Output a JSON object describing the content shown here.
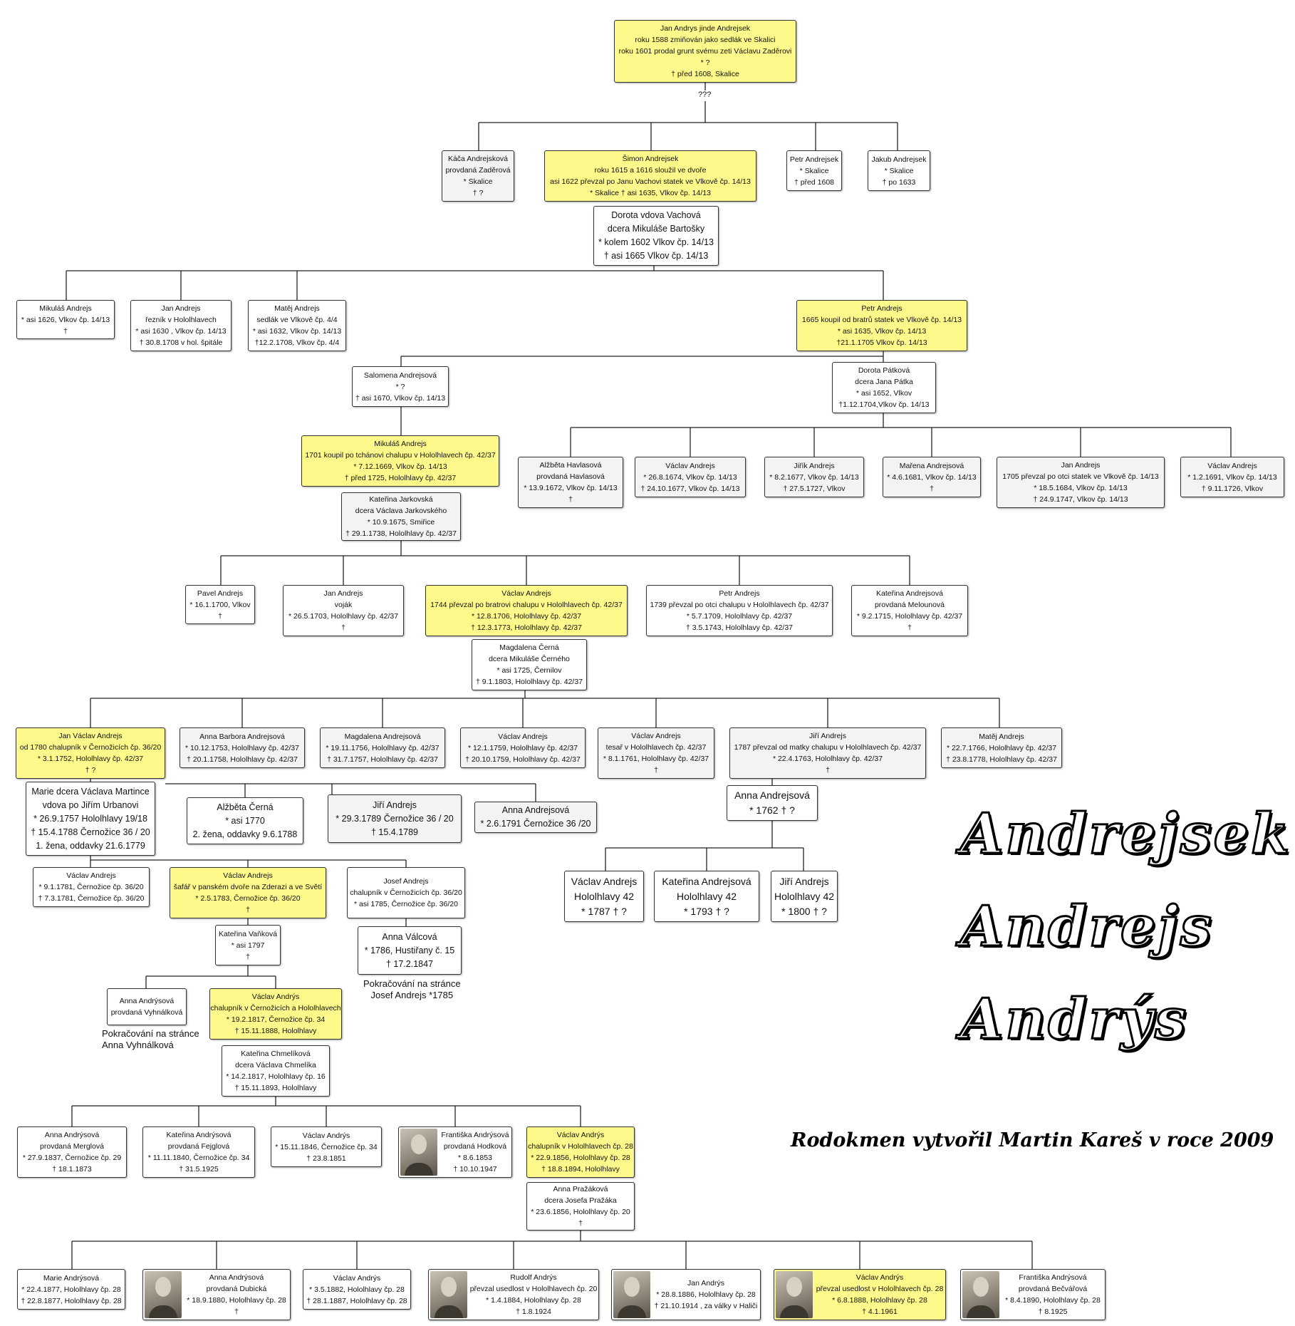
{
  "title_names": [
    "Andrejsek",
    "Andrejs",
    "Andrýs"
  ],
  "credit": "Rodokmen vytvořil Martin Kareš v roce 2009",
  "unknown_marker": "???",
  "notes": [
    {
      "lines": [
        "Pokračování na stránce",
        "Anna Vyhnálková"
      ]
    },
    {
      "lines": [
        "Pokračování na stránce",
        "Josef Andrejs *1785"
      ]
    }
  ],
  "persons": [
    {
      "id": "jan-andrys",
      "style": "hl",
      "lines": [
        "Jan Andrys jinde Andrejsek",
        "roku 1588 zmiňován jako sedlák ve Skalici",
        "roku 1601 prodal grunt svému zeti Václavu Zaděrovi",
        "* ?",
        "† před 1608, Skalice"
      ]
    },
    {
      "id": "kaca",
      "style": "gray",
      "lines": [
        "Káča Andrejsková",
        "provdaná Zaděrová",
        "* Skalice",
        "† ?"
      ]
    },
    {
      "id": "simon",
      "style": "hl",
      "lines": [
        "Šimon Andrejsek",
        "roku 1615 a 1616 sloužil ve dvoře",
        "asi 1622 převzal po Janu Vachovi statek ve Vlkově čp. 14/13",
        "* Skalice   † asi 1635, Vlkov čp. 14/13"
      ]
    },
    {
      "id": "petr1",
      "style": "white",
      "lines": [
        "Petr Andrejsek",
        "* Skalice",
        "† před 1608"
      ]
    },
    {
      "id": "jakub",
      "style": "white",
      "lines": [
        "Jakub Andrejsek",
        "* Skalice",
        "† po 1633"
      ]
    },
    {
      "id": "dorota-v",
      "style": "white big",
      "lines": [
        "Dorota  vdova Vachová",
        "dcera Mikuláše Bartošky",
        "* kolem 1602 Vlkov čp. 14/13",
        "† asi 1665 Vlkov čp. 14/13"
      ]
    },
    {
      "id": "mikulas1",
      "style": "white",
      "lines": [
        "Mikuláš Andrejs",
        "* asi 1626, Vlkov čp. 14/13",
        "†"
      ]
    },
    {
      "id": "jan-reznik",
      "style": "white",
      "lines": [
        "Jan Andrejs",
        "řezník v Hololhlavech",
        "* asi 1630 , Vlkov čp. 14/13",
        "† 30.8.1708 v hol. špitále"
      ]
    },
    {
      "id": "matej1",
      "style": "white",
      "lines": [
        "Matěj Andrejs",
        "sedlák ve Vlkově čp. 4/4",
        "* asi 1632, Vlkov čp. 14/13",
        "†12.2.1708, Vlkov čp. 4/4"
      ]
    },
    {
      "id": "petr2",
      "style": "hl",
      "lines": [
        "Petr Andrejs",
        "1665 koupil od bratrů statek ve Vlkově čp. 14/13",
        "* asi 1635, Vlkov čp. 14/13",
        "†21.1.1705 Vlkov čp. 14/13"
      ]
    },
    {
      "id": "salomena",
      "style": "white",
      "lines": [
        "Salomena Andrejsová",
        "* ?",
        "† asi 1670, Vlkov čp. 14/13"
      ]
    },
    {
      "id": "dorota-p",
      "style": "white",
      "lines": [
        "Dorota Pátková",
        "dcera Jana Pátka",
        "* asi 1652, Vlkov",
        "†1.12.1704,Vlkov čp. 14/13"
      ]
    },
    {
      "id": "mikulas2",
      "style": "hl",
      "lines": [
        "Mikuláš Andrejs",
        "1701 koupil po tchánovi chalupu v Hololhlavech čp. 42/37",
        "* 7.12.1669, Vlkov čp. 14/13",
        "† před 1725, Hololhlavy čp. 42/37"
      ]
    },
    {
      "id": "alzbeta-h",
      "style": "gray",
      "lines": [
        "Alžběta Havlasová",
        "provdaná Havlasová",
        "* 13.9.1672, Vlkov čp. 14/13",
        "†"
      ]
    },
    {
      "id": "vaclav-1674",
      "style": "gray",
      "lines": [
        "Václav Andrejs",
        "* 26.8.1674, Vlkov čp. 14/13",
        "† 24.10.1677, Vlkov čp. 14/13"
      ]
    },
    {
      "id": "jirik",
      "style": "gray",
      "lines": [
        "Jiřík Andrejs",
        "* 8.2.1677, Vlkov čp. 14/13",
        "† 27.5.1727, Vlkov"
      ]
    },
    {
      "id": "marena",
      "style": "gray",
      "lines": [
        "Mařena Andrejsová",
        "* 4.6.1681, Vlkov čp. 14/13",
        "†"
      ]
    },
    {
      "id": "jan-1684",
      "style": "gray",
      "lines": [
        "Jan Andrejs",
        "1705 převzal po otci statek ve Vlkově čp. 14/13",
        "* 18.5.1684, Vlkov čp. 14/13",
        "† 24.9.1747, Vlkov čp. 14/13"
      ]
    },
    {
      "id": "vaclav-1691",
      "style": "gray",
      "lines": [
        "Václav Andrejs",
        "* 1.2.1691, Vlkov čp. 14/13",
        "† 9.11.1726, Vlkov"
      ]
    },
    {
      "id": "katerina-j",
      "style": "gray",
      "lines": [
        "Kateřina Jarkovská",
        "dcera Václava Jarkovského",
        "* 10.9.1675, Smiřice",
        "† 29.1.1738, Hololhlavy čp. 42/37"
      ]
    },
    {
      "id": "pavel",
      "style": "white",
      "lines": [
        "Pavel Andrejs",
        "* 16.1.1700, Vlkov",
        "†"
      ]
    },
    {
      "id": "jan-vojak",
      "style": "white",
      "lines": [
        "Jan Andrejs",
        "voják",
        "* 26.5.1703, Hololhlavy čp. 42/37",
        "†"
      ]
    },
    {
      "id": "vaclav-1706",
      "style": "hl",
      "lines": [
        "Václav Andrejs",
        "1744 převzal po bratrovi chalupu v Hololhlavech čp. 42/37",
        "* 12.8.1706, Hololhlavy čp. 42/37",
        "† 12.3.1773, Hololhlavy čp. 42/37"
      ]
    },
    {
      "id": "petr-1709",
      "style": "white",
      "lines": [
        "Petr Andrejs",
        "1739 převzal po otci chalupu v Hololhlavech čp. 42/37",
        "* 5.7.1709, Hololhlavy čp. 42/37",
        "† 3.5.1743, Hololhlavy čp. 42/37"
      ]
    },
    {
      "id": "katerina-m",
      "style": "white",
      "lines": [
        "Kateřina Andrejsová",
        "provdaná Melounová",
        "* 9.2.1715, Hololhlavy čp. 42/37",
        "†"
      ]
    },
    {
      "id": "magdalena-c",
      "style": "white",
      "lines": [
        "Magdalena Černá",
        "dcera Mikuláše Černého",
        "* asi 1725, Černilov",
        "† 9.1.1803, Hololhlavy čp. 42/37"
      ]
    },
    {
      "id": "jan-vaclav",
      "style": "hl",
      "lines": [
        "Jan Václav Andrejs",
        "od 1780 chalupník v Černožicích čp. 36/20",
        "* 3.1.1752, Hololhlavy čp. 42/37",
        "† ?"
      ]
    },
    {
      "id": "anna-barbora",
      "style": "gray",
      "lines": [
        "Anna Barbora Andrejsová",
        "* 10.12.1753, Hololhlavy čp. 42/37",
        "† 20.1.1758, Hololhlavy čp. 42/37"
      ]
    },
    {
      "id": "magdalena-a",
      "style": "gray",
      "lines": [
        "Magdalena Andrejsová",
        "* 19.11.1756, Hololhlavy čp. 42/37",
        "† 31.7.1757, Hololhlavy čp. 42/37"
      ]
    },
    {
      "id": "vaclav-1759",
      "style": "gray",
      "lines": [
        "Václav Andrejs",
        "* 12.1.1759, Hololhlavy čp. 42/37",
        "† 20.10.1759, Hololhlavy čp. 42/37"
      ]
    },
    {
      "id": "vaclav-tesar",
      "style": "gray",
      "lines": [
        "Václav Andrejs",
        "tesař v Hololhlavech čp. 42/37",
        "* 8.1.1761, Hololhlavy čp. 42/37",
        "†"
      ]
    },
    {
      "id": "jiri-1763",
      "style": "gray",
      "lines": [
        "Jiří Andrejs",
        "1787 převzal od matky chalupu v Hololhlavech čp. 42/37",
        "* 22.4.1763, Hololhlavy čp. 42/37",
        "†"
      ]
    },
    {
      "id": "matej-1766",
      "style": "gray",
      "lines": [
        "Matěj Andrejs",
        "* 22.7.1766, Hololhlavy čp. 42/37",
        "† 23.8.1778, Hololhlavy čp. 42/37"
      ]
    },
    {
      "id": "marie-m",
      "style": "white big",
      "lines": [
        "Marie dcera Václava Martince",
        "vdova po Jiřím Urbanovi",
        "* 26.9.1757  Hololhlavy 19/18",
        "† 15.4.1788 Černožice 36 / 20",
        "1. žena, oddavky 21.6.1779"
      ]
    },
    {
      "id": "alzbeta-c",
      "style": "white big",
      "lines": [
        "Alžběta Černá",
        "* asi 1770",
        "2. žena, oddavky 9.6.1788"
      ]
    },
    {
      "id": "jiri-1789",
      "style": "gray big",
      "lines": [
        "Jiří Andrejs",
        "* 29.3.1789  Černožice 36 / 20",
        "† 15.4.1789"
      ]
    },
    {
      "id": "anna-1791",
      "style": "gray big",
      "lines": [
        "Anna Andrejsová",
        "* 2.6.1791 Černožice 36 /20"
      ]
    },
    {
      "id": "anna-1762",
      "style": "white big2",
      "lines": [
        "Anna Andrejsová",
        "* 1762   † ?"
      ]
    },
    {
      "id": "vaclav-1781",
      "style": "white",
      "lines": [
        "Václav Andrejs",
        "* 9.1.1781, Černožice čp. 36/20",
        "† 7.3.1781, Černožice čp. 36/20"
      ]
    },
    {
      "id": "vaclav-1783",
      "style": "hl",
      "lines": [
        "Václav Andrejs",
        "šafář v panském dvoře na Zderazi a ve Světí",
        "* 2.5.1783, Černožice čp. 36/20",
        "†"
      ]
    },
    {
      "id": "josef-1785",
      "style": "white",
      "lines": [
        "Josef Andrejs",
        "chalupník v Černožicích čp. 36/20",
        "* asi 1785, Černožice čp. 36/20"
      ]
    },
    {
      "id": "anna-valcova",
      "style": "white big",
      "lines": [
        "Anna Válcová",
        "* 1786, Hustiřany č. 15",
        "† 17.2.1847"
      ]
    },
    {
      "id": "vaclav-1787",
      "style": "white big2",
      "lines": [
        "Václav Andrejs",
        "Hololhlavy 42",
        "* 1787   † ?"
      ]
    },
    {
      "id": "katerina-1793",
      "style": "white big2",
      "lines": [
        "Kateřina Andrejsová",
        "Hololhlavy 42",
        "* 1793   † ?"
      ]
    },
    {
      "id": "jiri-1800",
      "style": "white big2",
      "lines": [
        "Jiří Andrejs",
        "Hololhlavy 42",
        "* 1800   † ?"
      ]
    },
    {
      "id": "katerina-v",
      "style": "white",
      "lines": [
        "Kateřina Vaňková",
        "* asi 1797",
        "†"
      ]
    },
    {
      "id": "anna-vyhnalkova",
      "style": "white",
      "lines": [
        "Anna Andrýsová",
        "provdaná Vyhnálková"
      ]
    },
    {
      "id": "vaclav-1817",
      "style": "hl",
      "lines": [
        "Václav Andrýs",
        "chalupník v Černožicích a Hololhlavech",
        "* 19.2.1817, Černožice čp. 34",
        "† 15.11.1888, Hololhlavy"
      ]
    },
    {
      "id": "katerina-ch",
      "style": "white",
      "lines": [
        "Kateřina Chmelíková",
        "dcera Václava Chmelíka",
        "* 14.2.1817, Hololhlavy čp. 16",
        "† 15.11.1893, Hololhlavy"
      ]
    },
    {
      "id": "anna-merglova",
      "style": "white",
      "lines": [
        "Anna Andrýsová",
        "provdaná Merglová",
        "* 27.9.1837, Černožice čp. 29",
        "† 18.1.1873"
      ]
    },
    {
      "id": "katerina-fejglova",
      "style": "white",
      "lines": [
        "Kateřina Andrýsová",
        "provdaná Fejglová",
        "* 11.11.1840, Černožice čp. 34",
        "† 31.5.1925"
      ]
    },
    {
      "id": "vaclav-1846",
      "style": "white",
      "lines": [
        "Václav Andrýs",
        "* 15.11.1846, Černožice čp. 34",
        "† 23.8.1851"
      ]
    },
    {
      "id": "frantiska-hodkova",
      "style": "white",
      "photo": true,
      "lines": [
        "Františka Andrýsová",
        "provdaná Hodková",
        "* 8.6.1853",
        "† 10.10.1947"
      ]
    },
    {
      "id": "vaclav-1856",
      "style": "hl",
      "lines": [
        "Václav Andrýs",
        "chalupník v Hololhlavech čp. 28",
        "* 22.9.1856, Hololhlavy čp. 28",
        "† 18.8.1894, Hololhlavy"
      ]
    },
    {
      "id": "anna-prazakova",
      "style": "white",
      "lines": [
        "Anna Pražáková",
        "dcera Josefa Pražáka",
        "* 23.6.1856, Hololhlavy čp. 20",
        "†"
      ]
    },
    {
      "id": "marie-1877",
      "style": "white",
      "lines": [
        "Marie Andrýsová",
        "* 22.4.1877, Hololhlavy čp. 28",
        "† 22.8.1877, Hololhlavy čp. 28"
      ]
    },
    {
      "id": "anna-dubicka",
      "style": "white",
      "photo": true,
      "lines": [
        "Anna Andrýsová",
        "provdaná Dubická",
        "* 18.9.1880, Hololhlavy čp. 28",
        "†"
      ]
    },
    {
      "id": "vaclav-1882",
      "style": "white",
      "lines": [
        "Václav Andrýs",
        "* 3.5.1882, Hololhlavy čp. 28",
        "† 28.1.1887, Hololhlavy čp. 28"
      ]
    },
    {
      "id": "rudolf",
      "style": "white",
      "photo": true,
      "lines": [
        "Rudolf Andrýs",
        "převzal usedlost v Hololhlavech čp. 20",
        "* 1.4.1884, Hololhlavy čp. 28",
        "† 1.8.1924"
      ]
    },
    {
      "id": "jan-1886",
      "style": "white",
      "photo": true,
      "lines": [
        "Jan Andrýs",
        "* 28.8.1886, Hololhlavy čp. 28",
        "† 21.10.1914 , za války v Haliči"
      ]
    },
    {
      "id": "vaclav-1888",
      "style": "hl",
      "photo": true,
      "lines": [
        "Václav Andrýs",
        "převzal usedlost v Hololhlavech čp. 28",
        "* 6.8.1888, Hololhlavy čp. 28",
        "† 4.1.1961"
      ]
    },
    {
      "id": "frantiska-becvarova",
      "style": "white",
      "photo": true,
      "lines": [
        "Františka Andrýsová",
        "provdaná Bečvářová",
        "* 8.4.1890, Hololhlavy čp. 28",
        "† 8.1925"
      ]
    }
  ]
}
